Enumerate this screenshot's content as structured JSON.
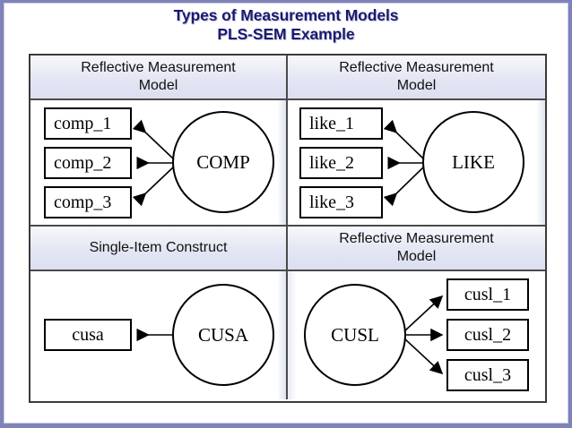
{
  "slide": {
    "title_line1": "Types of Measurement Models",
    "title_line2": "PLS-SEM Example",
    "title_color": "#1a1a70",
    "frame_color": "#7f83b8",
    "header_fill": "#dfe3f0",
    "line_color": "#000000"
  },
  "quadrants": {
    "top_left": {
      "header": {
        "line1": "Reflective Measurement",
        "line2": "Model"
      },
      "construct": "COMP",
      "indicators": [
        "comp_1",
        "comp_2",
        "comp_3"
      ],
      "direction": "construct-to-indicator",
      "construct_side": "right"
    },
    "top_right": {
      "header": {
        "line1": "Reflective Measurement",
        "line2": "Model"
      },
      "construct": "LIKE",
      "indicators": [
        "like_1",
        "like_2",
        "like_3"
      ],
      "direction": "construct-to-indicator",
      "construct_side": "right"
    },
    "bottom_left": {
      "header": {
        "line1": "Single-Item Construct",
        "line2": ""
      },
      "construct": "CUSA",
      "indicators": [
        "cusa"
      ],
      "direction": "construct-to-indicator",
      "construct_side": "right"
    },
    "bottom_right": {
      "header": {
        "line1": "Reflective Measurement",
        "line2": "Model"
      },
      "construct": "CUSL",
      "indicators": [
        "cusl_1",
        "cusl_2",
        "cusl_3"
      ],
      "direction": "construct-to-indicator",
      "construct_side": "left"
    }
  }
}
